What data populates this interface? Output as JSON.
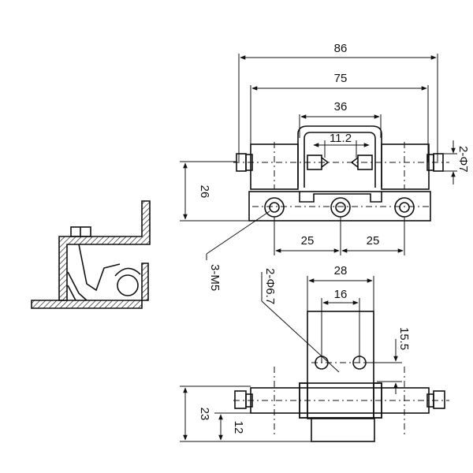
{
  "dimensions": {
    "overall_width": "86",
    "inner_width": "75",
    "handle_width": "36",
    "pin_gap": "11.2",
    "pin_dia": "2-Φ7",
    "height": "26",
    "spacing_left": "25",
    "spacing_right": "25",
    "thread": "3-M5",
    "bottom_width": "28",
    "hole_spacing": "16",
    "hole_dia": "2-Φ6.7",
    "hole_offset": "15.5",
    "bottom_height": "23",
    "bottom_offset": "12"
  }
}
